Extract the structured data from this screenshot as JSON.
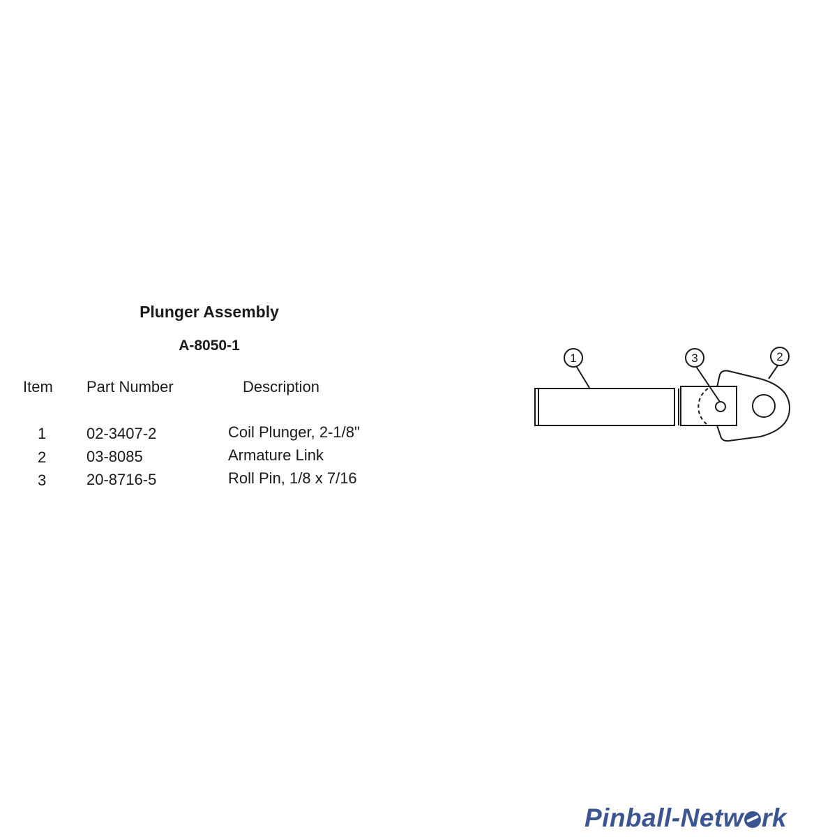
{
  "document": {
    "title": "Plunger Assembly",
    "assembly_number": "A-8050-1"
  },
  "parts_table": {
    "headers": {
      "item": "Item",
      "part_number": "Part Number",
      "description": "Description"
    },
    "rows": [
      {
        "item": "1",
        "part_number": "02-3407-2",
        "description": "Coil Plunger, 2-1/8\""
      },
      {
        "item": "2",
        "part_number": "03-8085",
        "description": "Armature Link"
      },
      {
        "item": "3",
        "part_number": "20-8716-5",
        "description": "Roll Pin, 1/8 x 7/16"
      }
    ]
  },
  "diagram": {
    "callouts": [
      "1",
      "3",
      "2"
    ]
  },
  "watermark": {
    "prefix": "Pinball-Netw",
    "suffix": "rk",
    "color": "#3a5592"
  }
}
